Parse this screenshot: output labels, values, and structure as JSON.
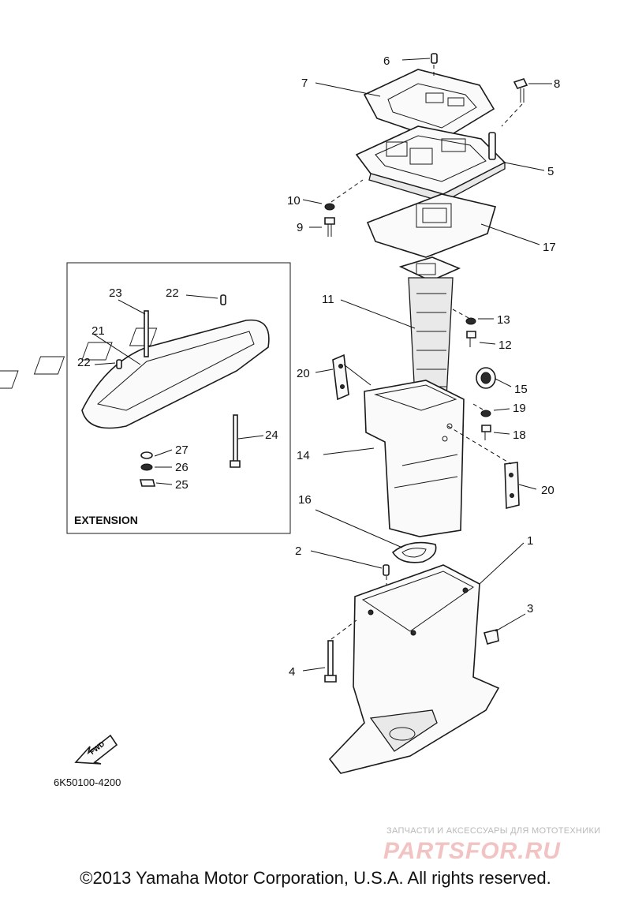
{
  "callouts": [
    "1",
    "2",
    "3",
    "4",
    "5",
    "6",
    "7",
    "8",
    "9",
    "10",
    "11",
    "12",
    "13",
    "14",
    "15",
    "16",
    "17",
    "18",
    "19",
    "20",
    "20",
    "21",
    "22",
    "22",
    "23",
    "24",
    "25",
    "26",
    "27"
  ],
  "extension_label": "EXTENSION",
  "fwd_label": "FWD",
  "diagram_code": "6K50100-4200",
  "watermark": {
    "line": "ЗАПЧАСТИ И АКСЕССУАРЫ ДЛЯ МОТОТЕХНИКИ",
    "logo": "PARTSFOR.RU"
  },
  "copyright": "©2013 Yamaha Motor Corporation, U.S.A. All rights reserved."
}
